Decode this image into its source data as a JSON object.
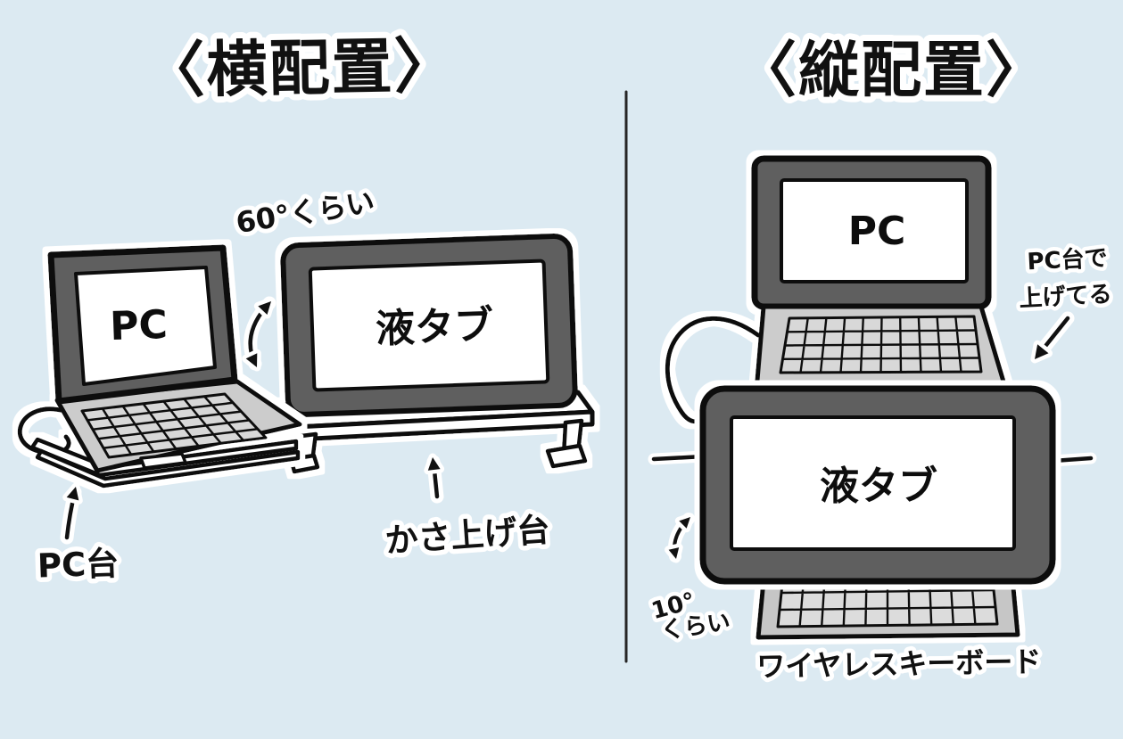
{
  "canvas": {
    "background": "#dceaf2",
    "ink": "#111111",
    "device_dark_gray": "#5f5f5f",
    "device_light_gray": "#cccccc",
    "screen_white": "#ffffff"
  },
  "left": {
    "title": "〈横配置〉",
    "pc_label": "PC",
    "tablet_label": "液タブ",
    "angle_note": "60°くらい",
    "pc_stand_note": "PC台",
    "riser_note": "かさ上げ台"
  },
  "right": {
    "title": "〈縦配置〉",
    "pc_label": "PC",
    "tablet_label": "液タブ",
    "stand_note_line1": "PC台で",
    "stand_note_line2": "上げてる",
    "angle_note_line1": "10°",
    "angle_note_line2": "くらい",
    "keyboard_note": "ワイヤレスキーボード"
  }
}
